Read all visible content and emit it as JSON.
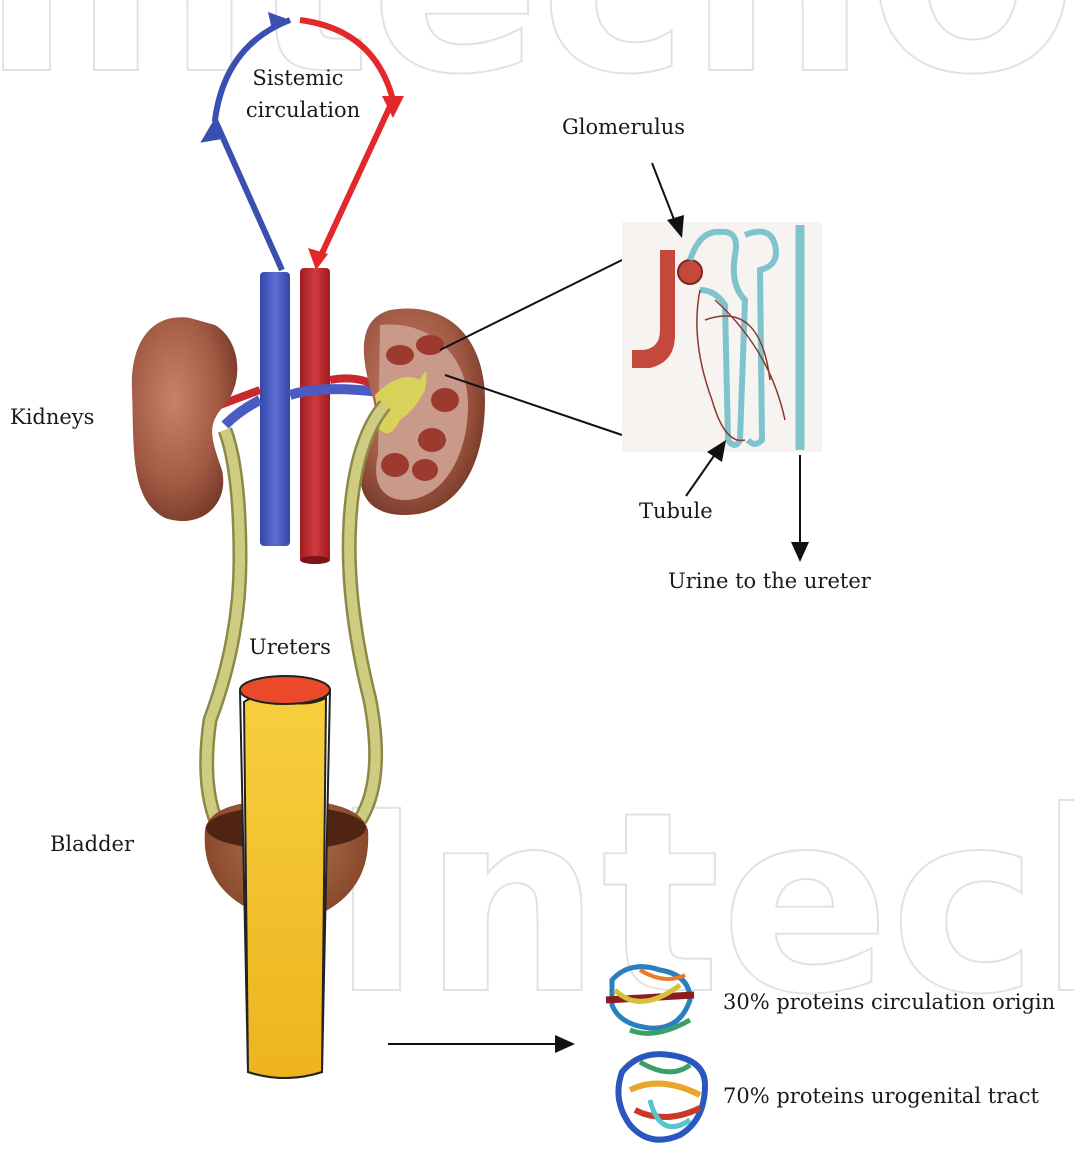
{
  "watermark": "IntechOpen",
  "labels": {
    "systemic_line1": "Sistemic",
    "systemic_line2": "circulation",
    "glomerulus": "Glomerulus",
    "kidneys": "Kidneys",
    "tubule": "Tubule",
    "urine": "Urine to the ureter",
    "ureters": "Ureters",
    "bladder": "Bladder",
    "protein_circulation": "30% proteins circulation origin",
    "protein_urogenital": "70% proteins urogenital tract"
  },
  "colors": {
    "vein": "#4a5cc4",
    "artery": "#c8282e",
    "arrow_blue": "#3a4fb0",
    "arrow_red": "#e3282b",
    "kidney": "#a25a44",
    "ureter": "#c7c47a",
    "bladder": "#8a4a2c",
    "tubule": "#7fc4cc",
    "urine": "#f2c12e",
    "urine_lid": "#ea4a2a"
  }
}
